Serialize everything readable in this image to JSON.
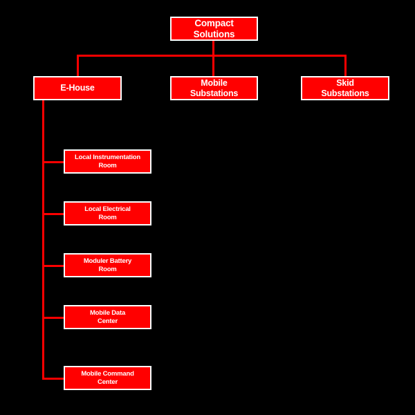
{
  "diagram": {
    "type": "organizational-tree",
    "background_color": "#000000",
    "node_fill_color": "#FF0000",
    "node_border_color": "#FFFFFF",
    "node_text_color": "#FFFFFF",
    "connector_color": "#FF0000",
    "root": {
      "id": "compact-solutions",
      "label": "Compact Solutions"
    },
    "level2": [
      {
        "id": "e-house",
        "label": "E-House"
      },
      {
        "id": "mobile-substations",
        "label": "Mobile\nSubstations"
      },
      {
        "id": "skid-substations",
        "label": "Skid\nSubstations"
      }
    ],
    "e_house_children": [
      {
        "id": "local-instrumentation-room",
        "label": "Local  Instrumentation\nRoom"
      },
      {
        "id": "local-electrical-room",
        "label": "Local Electrical\nRoom"
      },
      {
        "id": "moduler-battery-room",
        "label": "Moduler Battery\nRoom"
      },
      {
        "id": "mobile-data-center",
        "label": "Mobile Data\nCenter"
      },
      {
        "id": "mobile-command-center",
        "label": "Mobile Command\nCenter"
      }
    ]
  }
}
